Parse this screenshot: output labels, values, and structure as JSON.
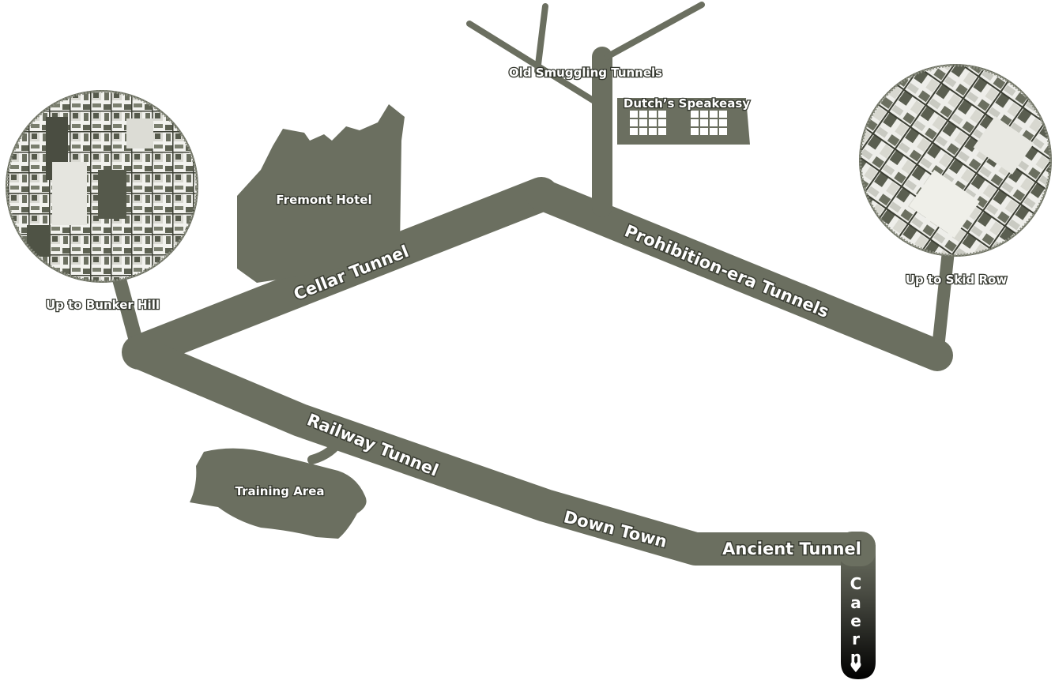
{
  "colors": {
    "tunnel": "#6b6f60",
    "tunnel_dark": "#5f6355",
    "building": "#6b6f60",
    "caern_gradient_end": "#000000",
    "label_fill": "#ffffff",
    "label_outline": "#33362d"
  },
  "places": {
    "bunker_hill": "Up to Bunker Hill",
    "skid_row": "Up to Skid Row",
    "fremont_hotel": "Fremont Hotel",
    "old_smuggling_tunnels": "Old Smuggling Tunnels",
    "dutchs_speakeasy": "Dutch’s Speakeasy",
    "training_area": "Training Area"
  },
  "tunnels": {
    "cellar": "Cellar Tunnel",
    "prohibition": "Prohibition-era Tunnels",
    "railway": "Railway Tunnel",
    "down_town": "Down Town",
    "ancient": "Ancient Tunnel"
  },
  "caern": {
    "letters": [
      "C",
      "a",
      "e",
      "r",
      "n"
    ],
    "heart": "♥"
  },
  "icons": {
    "bunker_hill_image": "aerial-city-icon",
    "skid_row_image": "aerial-city-icon"
  }
}
